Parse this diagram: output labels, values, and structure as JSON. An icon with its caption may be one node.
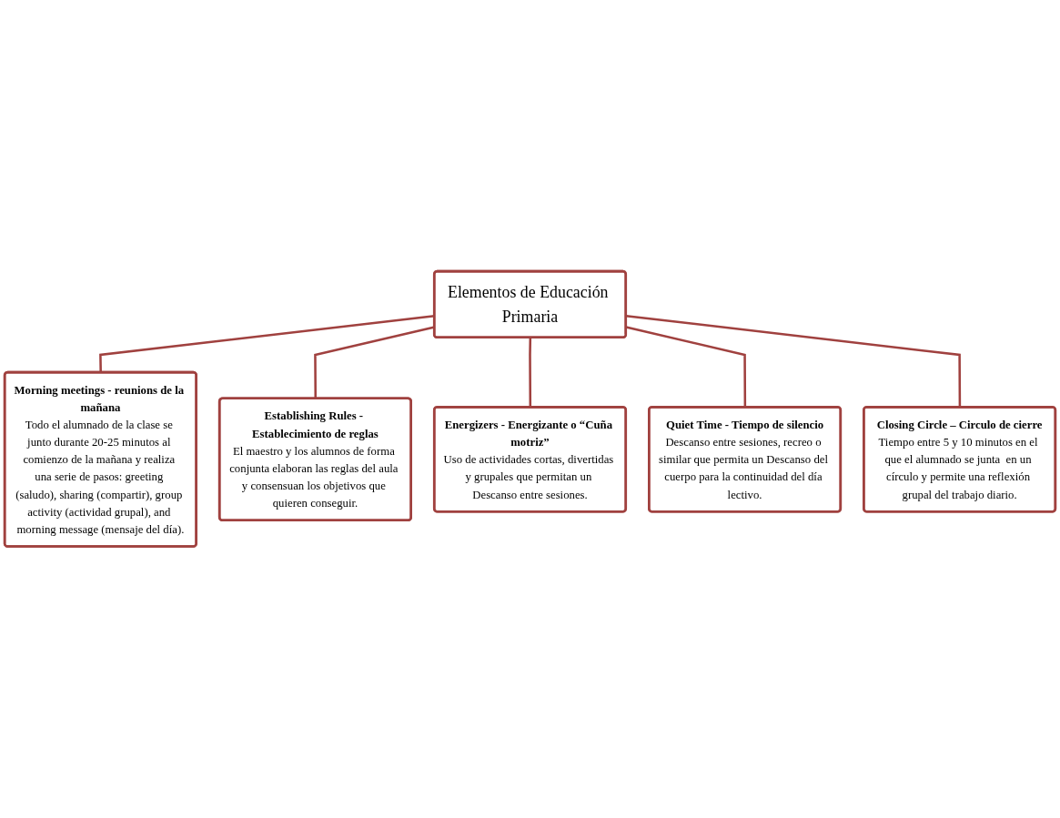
{
  "diagram": {
    "nodes": [
      {
        "text": [
          "Elementos de Educación Primaria"
        ]
      },
      {
        "text": [
          "Morning meetings - reunions de la mañana",
          "Todo el alumnado de la clase se junto durante 20-25 minutos al comienzo de la mañana y realiza una serie de pasos: greeting (saludo), sharing (compartir), group activity (actividad grupal), and morning message (mensaje del día)."
        ]
      },
      {
        "text": [
          "Establishing Rules - Establecimiento de reglas",
          "El maestro y los alumnos de forma conjunta elaboran las reglas del aula y consensuan los objetivos que quieren conseguir."
        ]
      },
      {
        "text": [
          "Energizers - Energizante o “Cuña motriz”",
          "Uso de actividades cortas, divertidas y grupales que permitan un Descanso entre sesiones."
        ]
      },
      {
        "text": [
          "Quiet Time - Tiempo de silencio",
          "Descanso entre sesiones, recreo o similar que permita un Descanso del cuerpo para la continuidad del día lectivo."
        ]
      },
      {
        "text": [
          "Closing Circle – Circulo de cierre",
          "Tiempo entre 5 y 10 minutos en el que el alumnado se junta  en un círculo y permite una reflexión grupal del trabajo diario."
        ]
      }
    ],
    "edges": [
      {
        "from": 0,
        "to": 1,
        "arrow": "none"
      },
      {
        "from": 0,
        "to": 2,
        "arrow": "none"
      },
      {
        "from": 0,
        "to": 3,
        "arrow": "none"
      },
      {
        "from": 0,
        "to": 4,
        "arrow": "none"
      },
      {
        "from": 0,
        "to": 5,
        "arrow": "none"
      }
    ]
  }
}
